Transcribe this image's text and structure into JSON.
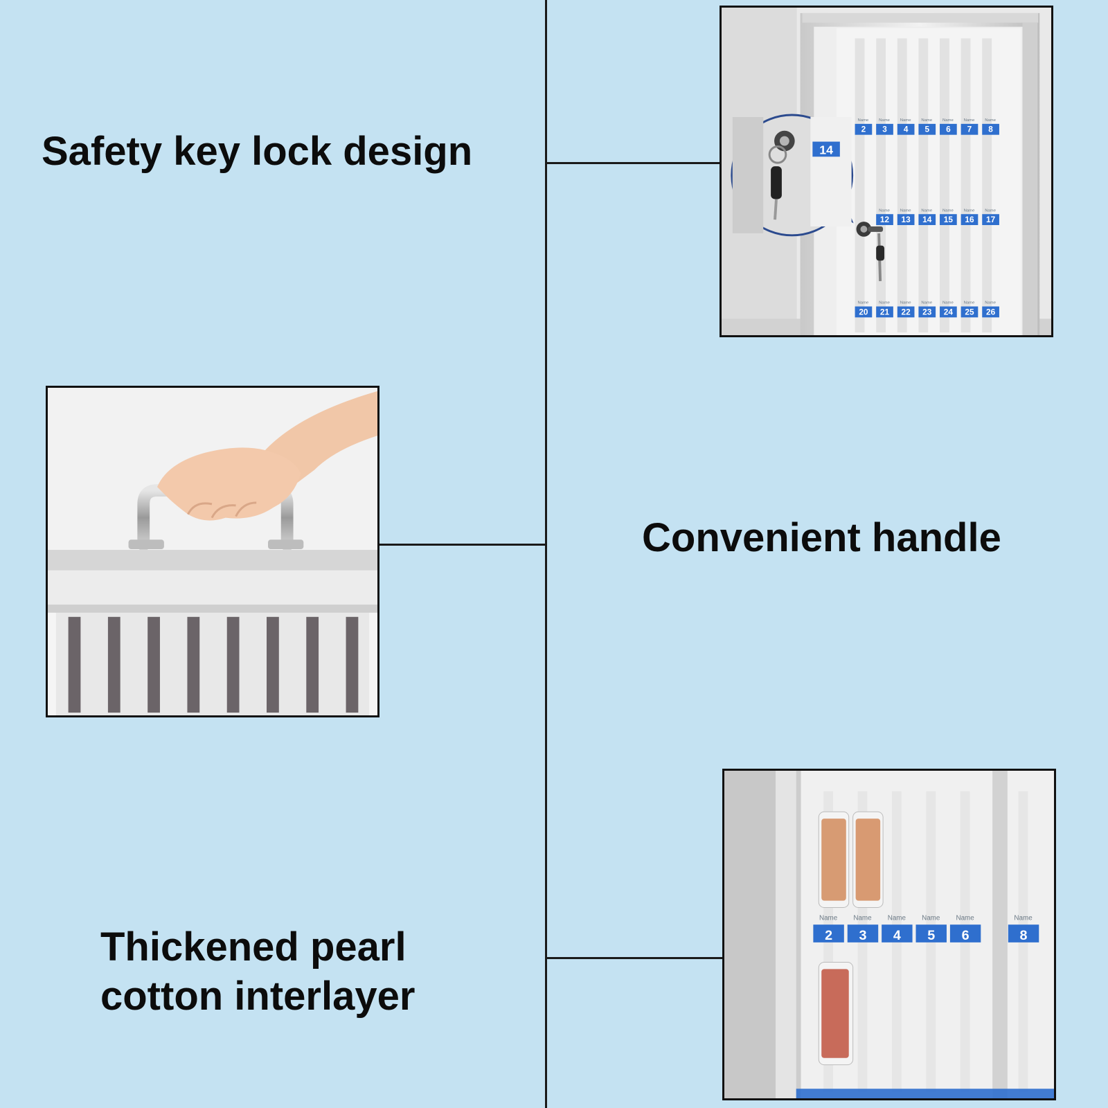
{
  "features": {
    "lock": {
      "title": "Safety key lock design"
    },
    "handle": {
      "title": "Convenient handle"
    },
    "interlayer": {
      "title_line1": "Thickened pearl",
      "title_line2": "cotton interlayer"
    }
  },
  "lock_panel": {
    "zoom_label": "14",
    "label_word": "Name",
    "row1": [
      "2",
      "3",
      "4",
      "5",
      "6",
      "7",
      "8"
    ],
    "row2": [
      "12",
      "13",
      "14",
      "15",
      "16",
      "17"
    ],
    "row3": [
      "20",
      "21",
      "22",
      "23",
      "24",
      "25",
      "26"
    ]
  },
  "cotton_panel": {
    "label_word": "Name",
    "numbers": [
      "2",
      "3",
      "4",
      "5",
      "6",
      "8"
    ]
  },
  "colors": {
    "background": "#c4e2f2",
    "line": "#1a1a1a",
    "label_blue": "#2f6fce",
    "text": "#0c0c0c"
  }
}
